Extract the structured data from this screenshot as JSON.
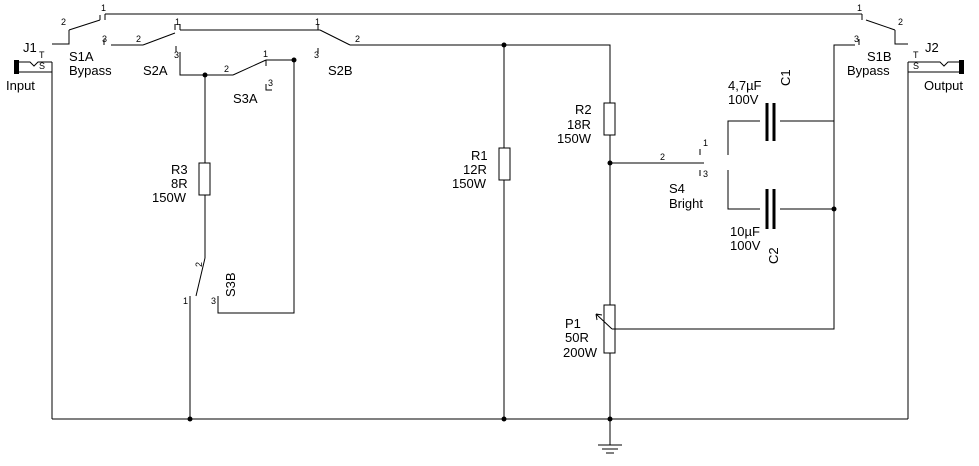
{
  "jacks": {
    "j1": {
      "ref": "J1",
      "tip": "T",
      "sleeve": "S",
      "label": "Input"
    },
    "j2": {
      "ref": "J2",
      "tip": "T",
      "sleeve": "S",
      "label": "Output"
    }
  },
  "switches": {
    "s1a": {
      "ref": "S1A",
      "name": "Bypass",
      "pins": [
        "1",
        "2",
        "3"
      ]
    },
    "s1b": {
      "ref": "S1B",
      "name": "Bypass",
      "pins": [
        "1",
        "2",
        "3"
      ]
    },
    "s2a": {
      "ref": "S2A",
      "pins": [
        "1",
        "2",
        "3"
      ]
    },
    "s2b": {
      "ref": "S2B",
      "pins": [
        "1",
        "2",
        "3"
      ]
    },
    "s3a": {
      "ref": "S3A",
      "pins": [
        "1",
        "2",
        "3"
      ]
    },
    "s3b": {
      "ref": "S3B",
      "pins": [
        "1",
        "2",
        "3"
      ]
    },
    "s4": {
      "ref": "S4",
      "name": "Bright",
      "pins": [
        "1",
        "2",
        "3"
      ]
    }
  },
  "resistors": {
    "r1": {
      "ref": "R1",
      "value": "12R",
      "power": "150W"
    },
    "r2": {
      "ref": "R2",
      "value": "18R",
      "power": "150W"
    },
    "r3": {
      "ref": "R3",
      "value": "8R",
      "power": "150W"
    }
  },
  "potentiometer": {
    "ref": "P1",
    "value": "50R",
    "power": "200W"
  },
  "capacitors": {
    "c1": {
      "ref": "C1",
      "value": "4,7µF",
      "voltage": "100V"
    },
    "c2": {
      "ref": "C2",
      "value": "10µF",
      "voltage": "100V"
    }
  }
}
